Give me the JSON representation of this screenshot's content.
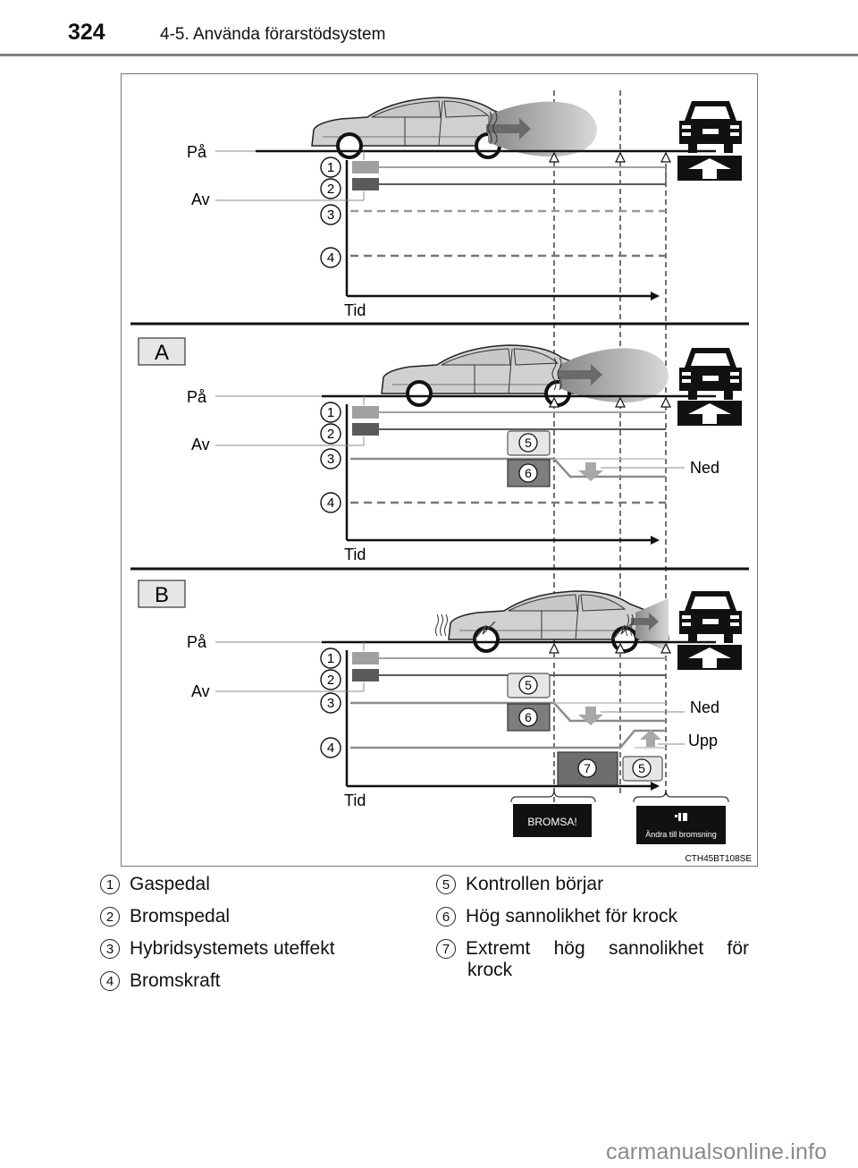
{
  "header": {
    "page_number": "324",
    "section_title": "4-5. Använda förarstödsystem"
  },
  "figure": {
    "code": "CTH45BT108SE",
    "axis_labels": {
      "on": "På",
      "off": "Av",
      "time": "Tid"
    },
    "panels": [
      {
        "id": "normal",
        "badge": ""
      },
      {
        "id": "A",
        "badge": "A",
        "annotation_down": "Ned"
      },
      {
        "id": "B",
        "badge": "B",
        "annotation_down": "Ned",
        "annotation_up": "Upp"
      }
    ],
    "row_numbers": [
      "1",
      "2",
      "3",
      "4"
    ],
    "event_numbers": {
      "control_start": "5",
      "high_probability": "6",
      "extreme_probability": "7"
    },
    "displays": {
      "brake_warning": "BROMSA!",
      "switch_to_braking": "Ändra till bromsning"
    },
    "colors": {
      "accelerator": "#a0a0a0",
      "brake": "#5a5a5a",
      "output_line": "#8c8c8c",
      "box5": "#e6e6e6",
      "box6": "#7d7d7d",
      "box7": "#6e6e6e",
      "arrow": "#a8a8a8"
    }
  },
  "legend": {
    "left": [
      {
        "num": "1",
        "text": "Gaspedal"
      },
      {
        "num": "2",
        "text": "Bromspedal"
      },
      {
        "num": "3",
        "text": "Hybridsystemets uteffekt"
      },
      {
        "num": "4",
        "text": "Bromskraft"
      }
    ],
    "right": [
      {
        "num": "5",
        "text": "Kontrollen börjar"
      },
      {
        "num": "6",
        "text": "Hög sannolikhet för krock"
      },
      {
        "num": "7",
        "text": "Extremt hög sannolikhet för",
        "continuation": "krock"
      }
    ]
  },
  "watermark": "carmanualsonline.info"
}
